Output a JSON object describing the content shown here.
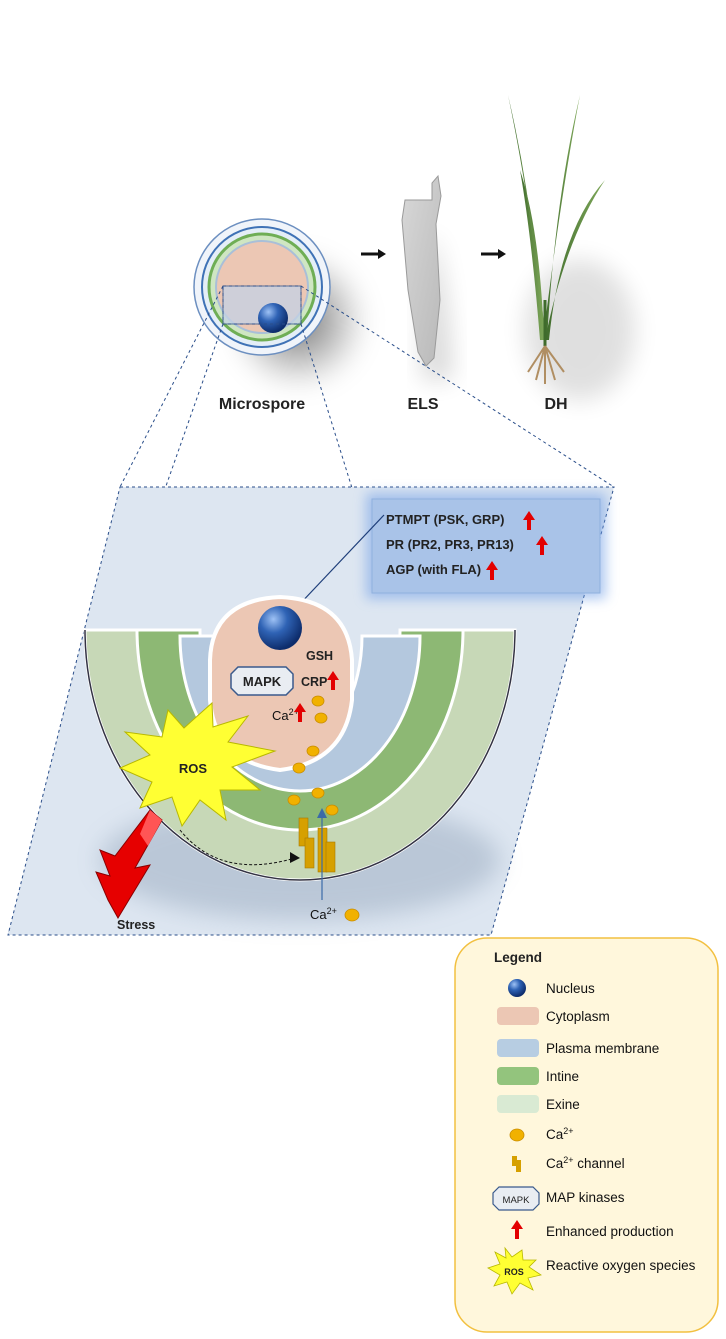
{
  "stages": {
    "microspore": "Microspore",
    "els": "ELS",
    "dh": "DH"
  },
  "callout": {
    "line1": "PTMPT (PSK, GRP)",
    "line2": "PR (PR2, PR3, PR13)",
    "line3": "AGP (with FLA)"
  },
  "cell_labels": {
    "mapk": "MAPK",
    "gsh": "GSH",
    "crp": "CRP",
    "ca_inner": "Ca",
    "ca_inner_sup": "2+",
    "ros": "ROS",
    "stress": "Stress",
    "ca_outer": "Ca",
    "ca_outer_sup": "2+"
  },
  "legend": {
    "title": "Legend",
    "items": [
      {
        "label": "Nucleus",
        "sup": ""
      },
      {
        "label": "Cytoplasm",
        "sup": ""
      },
      {
        "label": "Plasma membrane",
        "sup": ""
      },
      {
        "label": "Intine",
        "sup": ""
      },
      {
        "label": "Exine",
        "sup": ""
      },
      {
        "label": "Ca",
        "sup": "2+"
      },
      {
        "label": "Ca",
        "sup": "2+",
        "suffix": " channel"
      },
      {
        "label": "MAP kinases",
        "sup": "",
        "icon_text": "MAPK"
      },
      {
        "label": "Enhanced production",
        "sup": ""
      },
      {
        "label": "Reactive oxygen species",
        "sup": "",
        "icon_text": "ROS"
      }
    ]
  },
  "colors": {
    "nucleus": "#2f63b5",
    "cytoplasm": "#ecc7b4",
    "plasma_membrane": "#b7cde2",
    "intine": "#93c47d",
    "exine": "#d9ead3",
    "ca": "#f1b100",
    "arrow_red": "#e30000",
    "ros": "#ffff33",
    "legend_bg": "#fff7dc",
    "legend_border": "#f2c040",
    "zoom_bg": "#dde6f1"
  }
}
